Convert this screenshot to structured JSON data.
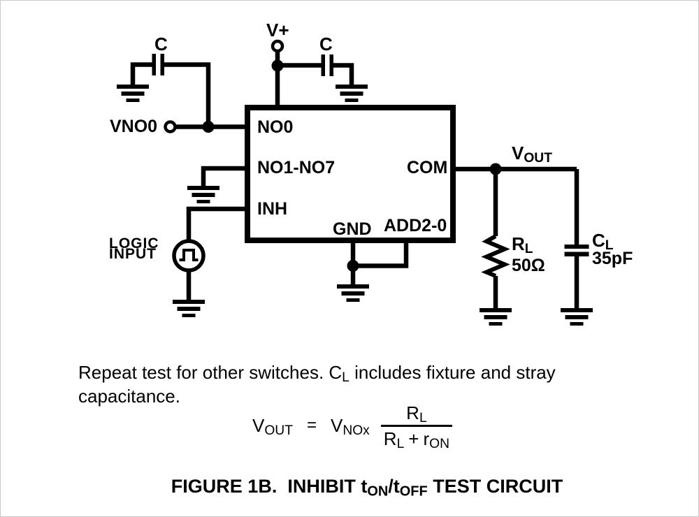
{
  "colors": {
    "ink": "#000000",
    "paper": "#ffffff"
  },
  "circuit": {
    "cap1_label": "C",
    "cap2_label": "C",
    "supply_label": "V+",
    "source_label": "VNO0",
    "logic_label_line1": "LOGIC",
    "logic_label_line2": "INPUT",
    "ic_pins": {
      "no0": "NO0",
      "no1_no7": "NO1-NO7",
      "inh": "INH",
      "com": "COM",
      "gnd": "GND",
      "add2_0": "ADD2-0"
    },
    "vout": {
      "base": "V",
      "sub": "OUT"
    },
    "rl": {
      "base": "R",
      "sub": "L",
      "value": "50Ω"
    },
    "cl": {
      "base": "C",
      "sub": "L",
      "value": "35pF"
    }
  },
  "note": {
    "line1_pre": "Repeat test for other switches. C",
    "line1_sub": "L",
    "line1_post": " includes fixture and stray",
    "line2": "capacitance."
  },
  "formula": {
    "lhs_base": "V",
    "lhs_sub": "OUT",
    "equals": "=",
    "rhs_base": "V",
    "rhs_sub": "NOx",
    "num_base": "R",
    "num_sub": "L",
    "den_base": "R",
    "den_sub": "L",
    "den_op": "+",
    "den_r": "r",
    "den_r_sub": "ON"
  },
  "caption": {
    "pre": "FIGURE 1B.  INHIBIT t",
    "sub_on": "ON",
    "mid": "/t",
    "sub_off": "OFF",
    "post": " TEST CIRCUIT"
  }
}
